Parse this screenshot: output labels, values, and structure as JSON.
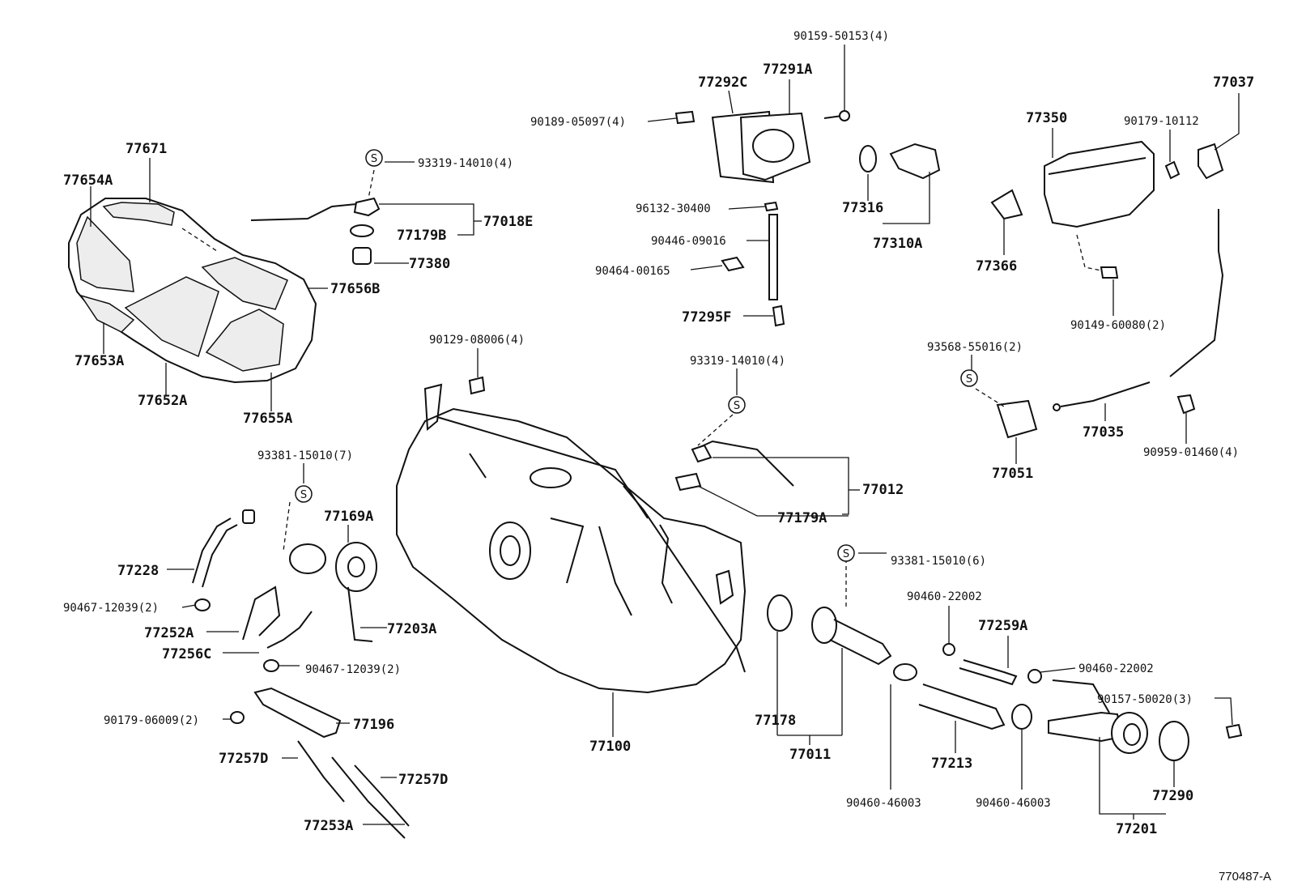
{
  "parts": {
    "p77671": "77671",
    "p77654A": "77654A",
    "p77653A": "77653A",
    "p77652A": "77652A",
    "p77655A": "77655A",
    "p77656B": "77656B",
    "p93319_top": "93319-14010(4)",
    "p77018E": "77018E",
    "p77179B": "77179B",
    "p77380": "77380",
    "p90159": "90159-50153(4)",
    "p77291A": "77291A",
    "p77292C": "77292C",
    "p90189": "90189-05097(4)",
    "p96132": "96132-30400",
    "p90446": "90446-09016",
    "p90464": "90464-00165",
    "p77295F": "77295F",
    "p77316": "77316",
    "p77310A": "77310A",
    "p77350": "77350",
    "p90179_10112": "90179-10112",
    "p77037": "77037",
    "p77366": "77366",
    "p90149": "90149-60080(2)",
    "p93568": "93568-55016(2)",
    "p77035": "77035",
    "p77051": "77051",
    "p90959": "90959-01460(4)",
    "p90129": "90129-08006(4)",
    "p93319_mid": "93319-14010(4)",
    "p77012": "77012",
    "p77179A": "77179A",
    "p93381_7": "93381-15010(7)",
    "p77169A": "77169A",
    "p77228": "77228",
    "p90467_a": "90467-12039(2)",
    "p77252A": "77252A",
    "p77203A": "77203A",
    "p77256C": "77256C",
    "p90467_b": "90467-12039(2)",
    "p90179_06009": "90179-06009(2)",
    "p77196": "77196",
    "p77257D_a": "77257D",
    "p77257D_b": "77257D",
    "p77253A": "77253A",
    "p77100": "77100",
    "p93381_6": "93381-15010(6)",
    "p77178": "77178",
    "p77011": "77011",
    "p90460_22002_a": "90460-22002",
    "p77259A": "77259A",
    "p90460_22002_b": "90460-22002",
    "p90157": "90157-50020(3)",
    "p77213": "77213",
    "p90460_46003_a": "90460-46003",
    "p90460_46003_b": "90460-46003",
    "p77290": "77290",
    "p77201": "77201"
  },
  "symbol": "S",
  "ref_code": "770487-A"
}
